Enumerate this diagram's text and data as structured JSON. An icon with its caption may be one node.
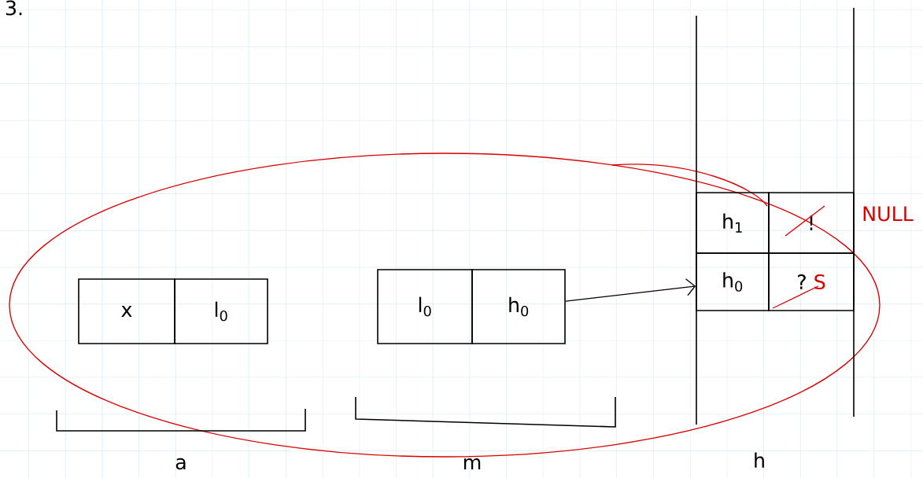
{
  "diagram": {
    "nodes": [
      {
        "text": [
          "x"
        ]
      },
      {
        "text": [
          "l$_{0}$"
        ]
      },
      {
        "text": [
          "l$_{0}$"
        ]
      },
      {
        "text": [
          "h$_{0}$"
        ]
      },
      {
        "text": [
          "h$_{1}$"
        ]
      },
      {
        "text": [
          "!"
        ],
        "beside": [
          "NULL"
        ]
      },
      {
        "text": [
          "h$_{0}$"
        ]
      },
      {
        "text": [
          "?",
          "S"
        ]
      }
    ],
    "edges": [
      {
        "from": 3,
        "to": 6,
        "arrow": "to"
      }
    ],
    "labels": [
      "3.",
      "a",
      "m",
      "h"
    ]
  }
}
